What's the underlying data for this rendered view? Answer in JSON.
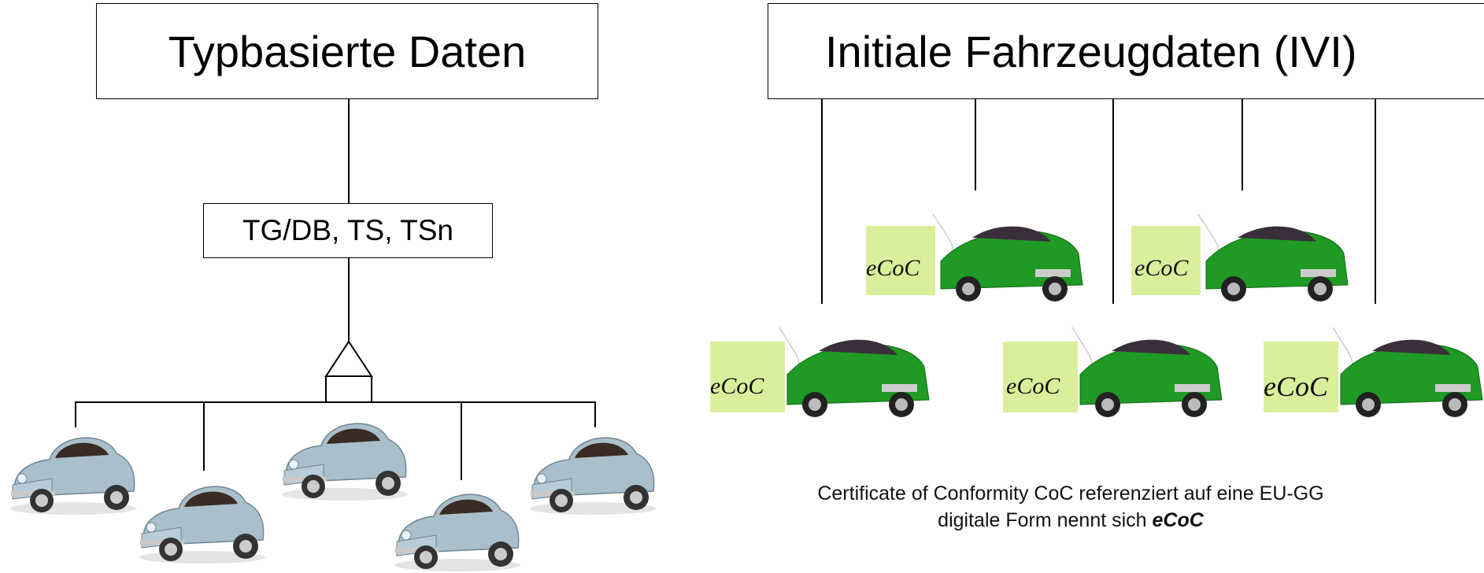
{
  "left": {
    "title": "Typbasierte Daten",
    "sub_box": "TG/DB, TS, TSn",
    "car_count": 5
  },
  "right": {
    "title": "Initiale Fahrzeugdaten (IVI)",
    "tag_label": "eCoC",
    "car_count": 5
  },
  "caption": {
    "line1": "Certificate of Conformity CoC referenziert auf eine EU-GG",
    "line2_prefix": "digitale Form nennt sich",
    "line2_emphasis": "eCoC"
  },
  "colors": {
    "beetle_body": "#a9bfcc",
    "green_car": "#1f9a24",
    "tag": "#d9ef9b"
  }
}
